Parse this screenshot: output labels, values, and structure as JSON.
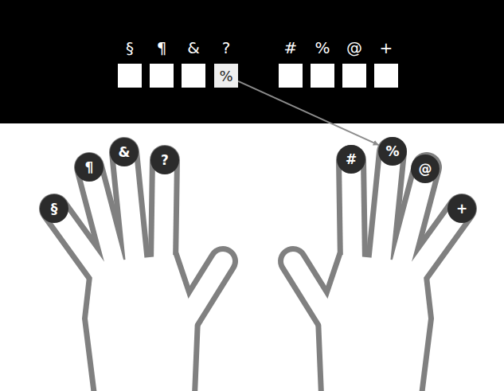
{
  "diagram": {
    "nodes": [
      {
        "text": [
          "§"
        ]
      },
      {
        "text": [
          "¶"
        ]
      },
      {
        "text": [
          "&"
        ]
      },
      {
        "text": [
          "?",
          "%"
        ]
      },
      {
        "text": [
          "#"
        ]
      },
      {
        "text": [
          "%"
        ]
      },
      {
        "text": [
          "@"
        ]
      },
      {
        "text": [
          "+"
        ]
      },
      {
        "text": [
          "§"
        ]
      },
      {
        "text": [
          "¶"
        ]
      },
      {
        "text": [
          "&"
        ]
      },
      {
        "text": [
          "?"
        ]
      },
      {
        "text": [
          "#"
        ]
      },
      {
        "text": [
          "%"
        ]
      },
      {
        "text": [
          "@"
        ]
      },
      {
        "text": [
          "+"
        ]
      }
    ],
    "edges": [
      {
        "from": 3,
        "to": 13,
        "arrow": "to"
      }
    ]
  }
}
